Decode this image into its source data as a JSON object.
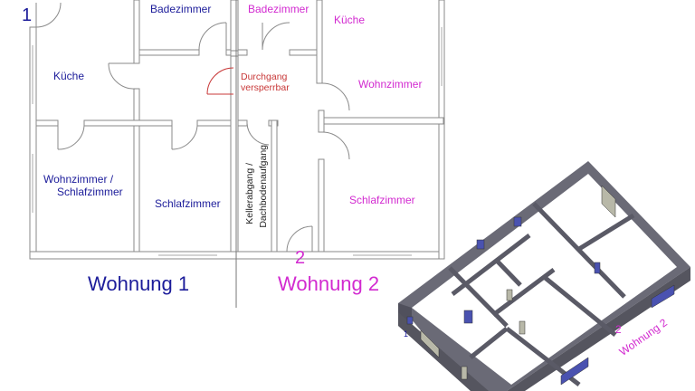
{
  "plan": {
    "unit1": {
      "number": "1",
      "title": "Wohnung 1",
      "rooms": {
        "bath": "Badezimmer",
        "kitchen": "Küche",
        "living_line1": "Wohnzimmer /",
        "living_line2": "Schlafzimmer",
        "bedroom": "Schlafzimmer"
      }
    },
    "unit2": {
      "number": "2",
      "title": "Wohnung 2",
      "rooms": {
        "bath": "Badezimmer",
        "kitchen": "Küche",
        "living": "Wohnzimmer",
        "bedroom": "Schlafzimmer"
      }
    },
    "passage_line1": "Durchgang",
    "passage_line2": "versperrbar",
    "stair_line1": "Kellerabgang /",
    "stair_line2": "Dachbodenaufgang"
  },
  "iso": {
    "unit1_number": "1",
    "unit2_number": "2",
    "unit2_title": "Wohnung 2"
  },
  "colors": {
    "unit1": "#1c1c9a",
    "unit2": "#d22ad0",
    "passage": "#c83838",
    "wall3d": "#5a5a66"
  }
}
